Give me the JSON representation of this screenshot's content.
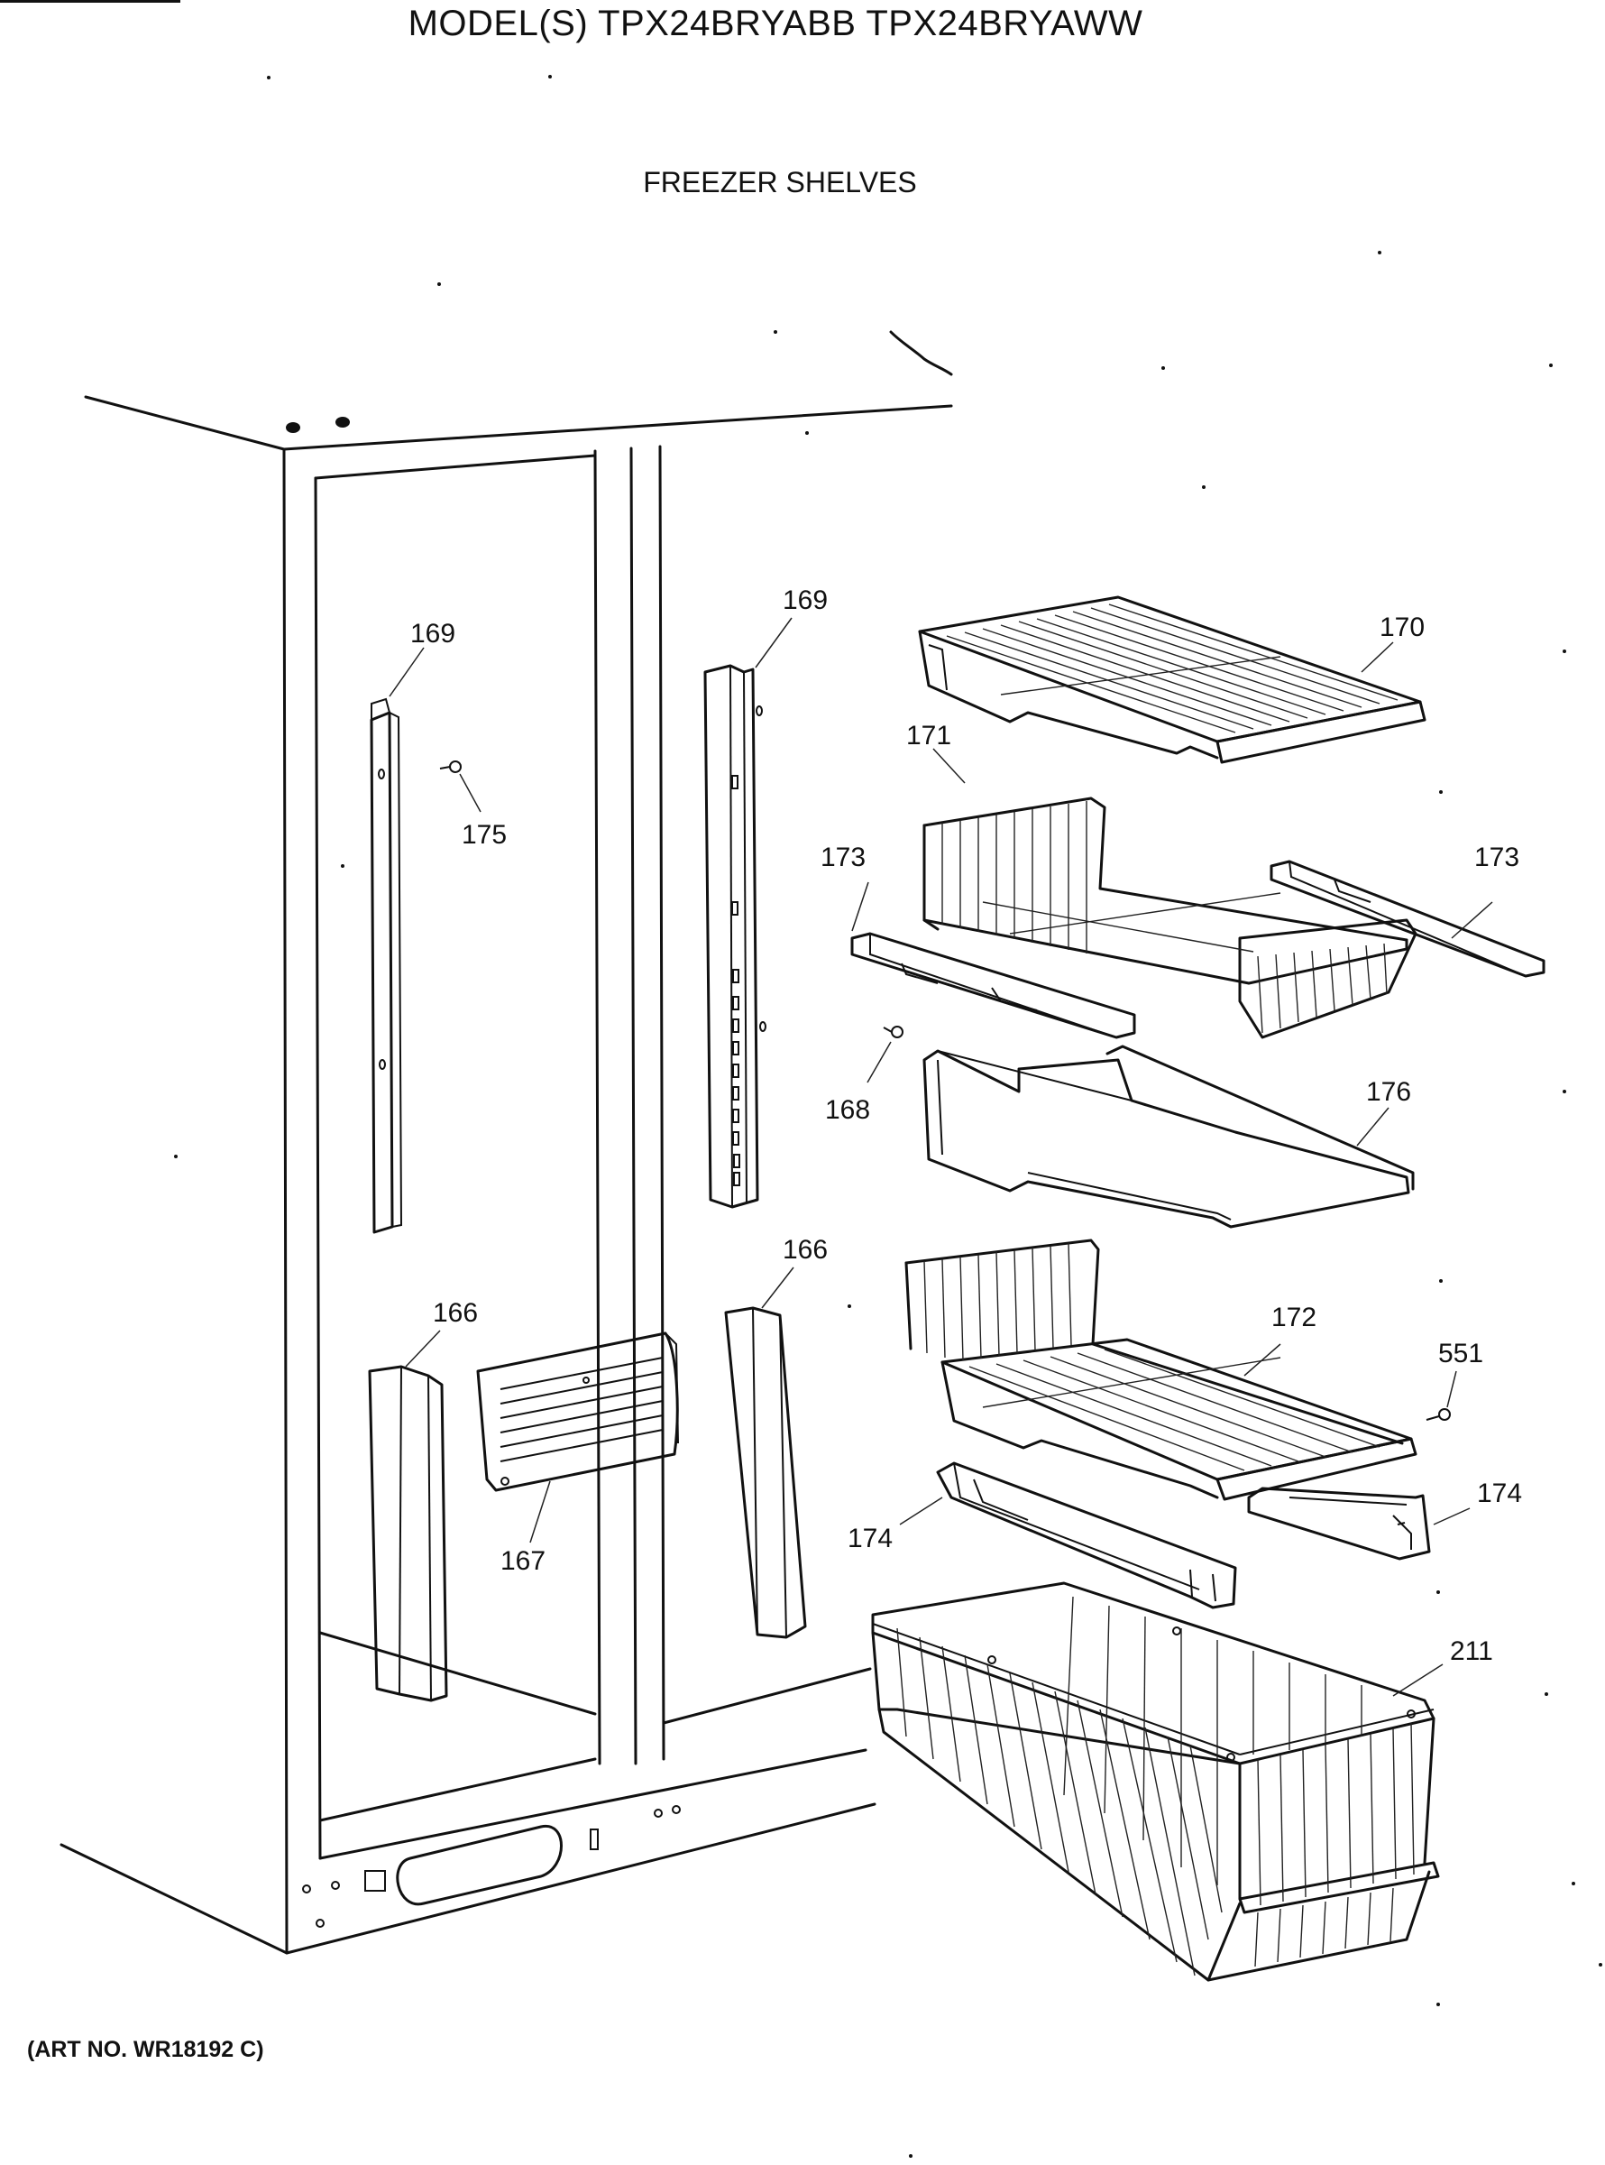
{
  "header": {
    "model_title": "MODEL(S) TPX24BRYABB  TPX24BRYAWW",
    "section_title": "FREEZER SHELVES"
  },
  "footer": {
    "art_number": "(ART NO. WR18192 C)"
  },
  "callouts": {
    "c169_left": "169",
    "c169_right": "169",
    "c175": "175",
    "c170": "170",
    "c171": "171",
    "c173_left": "173",
    "c173_right": "173",
    "c168": "168",
    "c176": "176",
    "c166_right": "166",
    "c166_left": "166",
    "c172": "172",
    "c551": "551",
    "c167": "167",
    "c174_right": "174",
    "c174_left": "174",
    "c211": "211"
  }
}
